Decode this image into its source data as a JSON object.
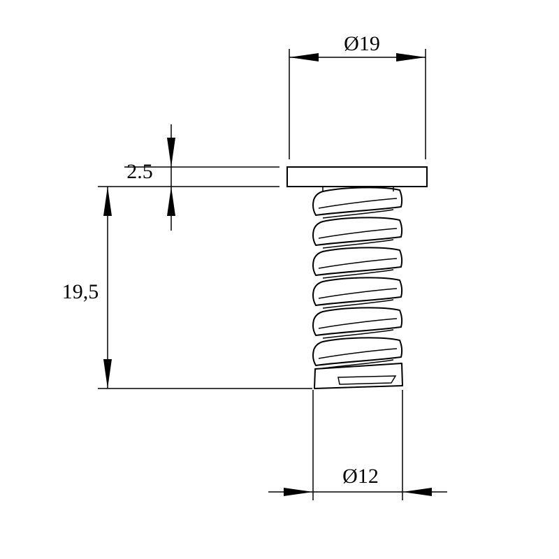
{
  "dimensions": {
    "head_diameter": "Ø19",
    "head_thickness": "2.5",
    "thread_length": "19,5",
    "thread_diameter": "Ø12"
  },
  "colors": {
    "line": "#000000",
    "background": "#ffffff"
  }
}
